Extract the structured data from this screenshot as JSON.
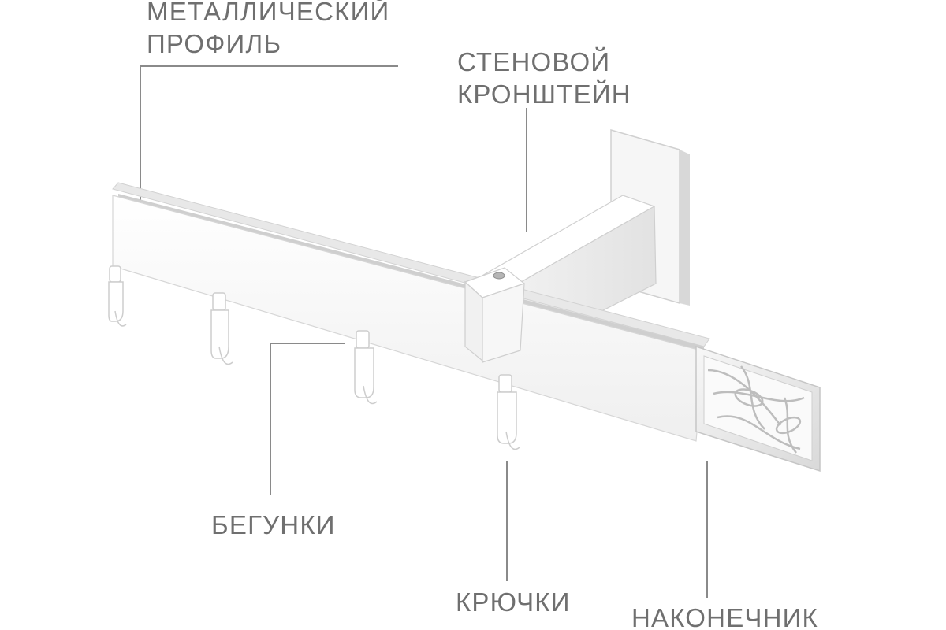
{
  "labels": {
    "metal_profile": [
      "МЕТАЛЛИЧЕСКИЙ",
      "ПРОФИЛЬ"
    ],
    "wall_bracket": [
      "СТЕНОВОЙ",
      "КРОНШТЕЙН"
    ],
    "runners": "БЕГУНКИ",
    "hooks": "КРЮЧКИ",
    "end_cap": "НАКОНЕЧНИК"
  },
  "colors": {
    "label_text": "#6f6f6f",
    "leader_line": "#8a8a8a",
    "product_white": "#ffffff",
    "product_shade": "#e4e4e4",
    "product_edge": "#c9c9c9"
  }
}
